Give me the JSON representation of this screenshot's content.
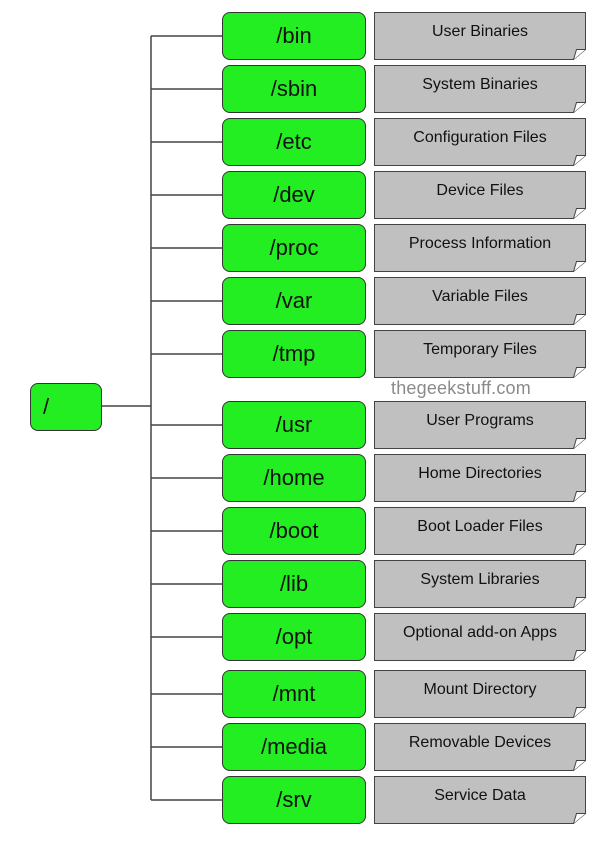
{
  "root": {
    "label": "/"
  },
  "watermark": "thegeekstuff.com",
  "colors": {
    "dir_fill": "#22ee22",
    "note_fill": "#c0c0c0",
    "line": "#444444"
  },
  "directories": [
    {
      "name": "/bin",
      "description": "User Binaries"
    },
    {
      "name": "/sbin",
      "description": "System Binaries"
    },
    {
      "name": "/etc",
      "description": "Configuration Files"
    },
    {
      "name": "/dev",
      "description": "Device Files"
    },
    {
      "name": "/proc",
      "description": "Process Information"
    },
    {
      "name": "/var",
      "description": "Variable Files"
    },
    {
      "name": "/tmp",
      "description": "Temporary Files"
    },
    {
      "name": "/usr",
      "description": "User Programs"
    },
    {
      "name": "/home",
      "description": "Home Directories"
    },
    {
      "name": "/boot",
      "description": "Boot Loader Files"
    },
    {
      "name": "/lib",
      "description": "System Libraries"
    },
    {
      "name": "/opt",
      "description": "Optional add-on Apps"
    },
    {
      "name": "/mnt",
      "description": "Mount Directory"
    },
    {
      "name": "/media",
      "description": "Removable Devices"
    },
    {
      "name": "/srv",
      "description": "Service Data"
    }
  ]
}
